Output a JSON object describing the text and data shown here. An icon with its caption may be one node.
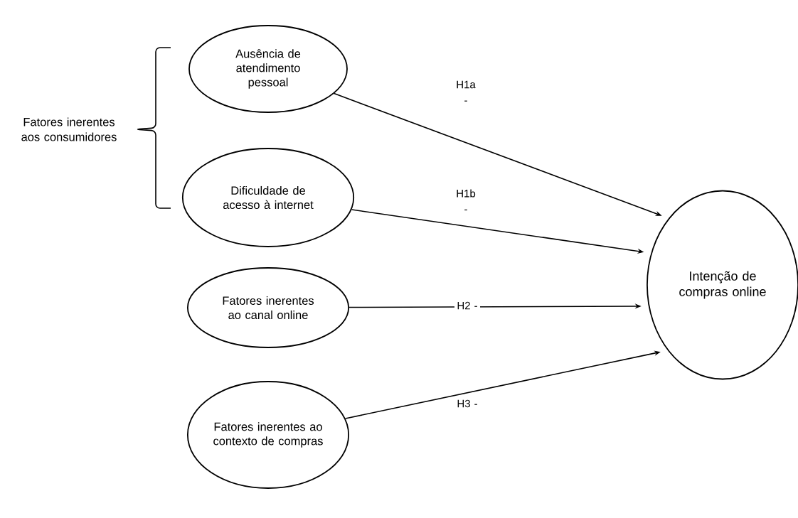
{
  "diagram": {
    "nodes": [
      {
        "text": [
          "Ausência de atendimento pessoal"
        ]
      },
      {
        "text": [
          "Dificuldade de acesso à internet"
        ]
      },
      {
        "text": [
          "Fatores inerentes ao canal online"
        ]
      },
      {
        "text": [
          "Fatores inerentes ao contexto de compras"
        ]
      },
      {
        "text": [
          "Intenção de compras online"
        ]
      }
    ],
    "edges": [
      {
        "from": 0,
        "to": 4,
        "arrow": "to",
        "label": "H1a -"
      },
      {
        "from": 1,
        "to": 4,
        "arrow": "to",
        "label": "H1b -"
      },
      {
        "from": 2,
        "to": 4,
        "arrow": "to",
        "label": "H2 -"
      },
      {
        "from": 3,
        "to": 4,
        "arrow": "to",
        "label": "H3 -"
      }
    ],
    "labels": [
      "Fatores inerentes aos consumidores"
    ]
  }
}
